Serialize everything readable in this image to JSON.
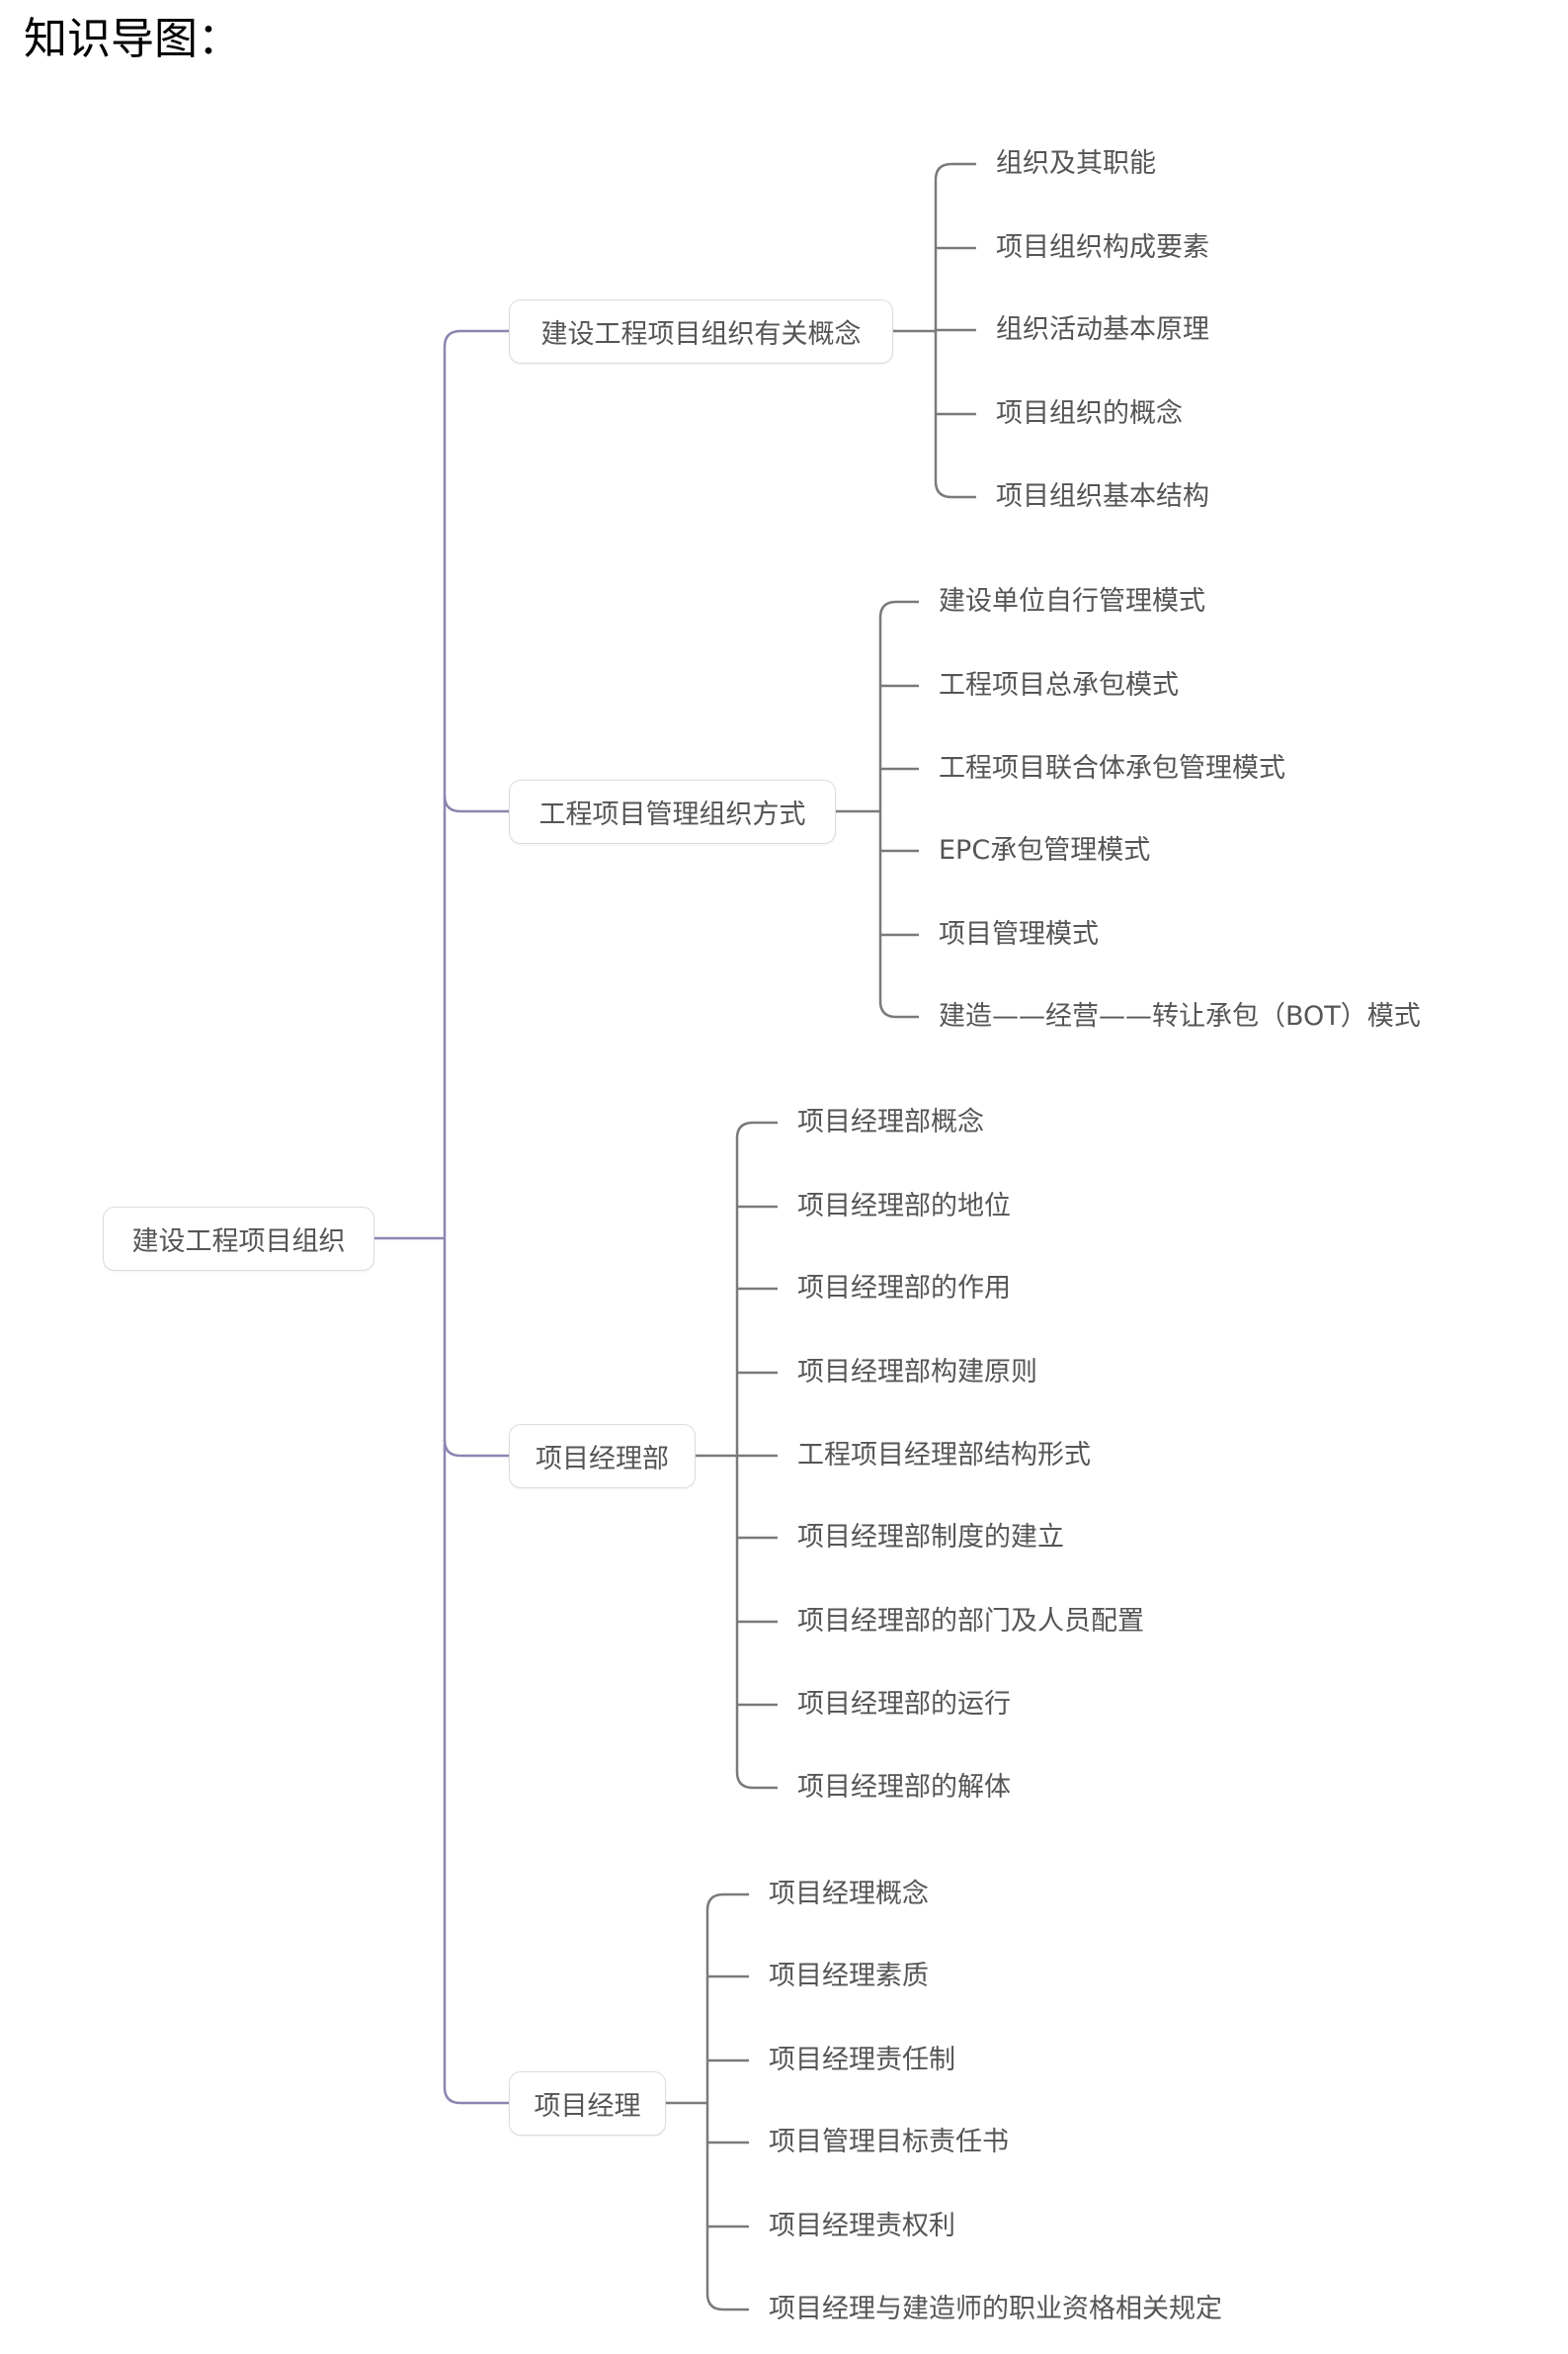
{
  "title": "知识导图：",
  "root": "建设工程项目组织",
  "colors": {
    "main_line": "#8c85b0",
    "branch_line": "#7a7a7a",
    "text": "#555555"
  },
  "branches": [
    {
      "label": "建设工程项目组织有关概念",
      "children": [
        "组织及其职能",
        "项目组织构成要素",
        "组织活动基本原理",
        "项目组织的概念",
        "项目组织基本结构"
      ]
    },
    {
      "label": "工程项目管理组织方式",
      "children": [
        "建设单位自行管理模式",
        "工程项目总承包模式",
        "工程项目联合体承包管理模式",
        "EPC承包管理模式",
        "项目管理模式",
        "建造——经营——转让承包（BOT）模式"
      ]
    },
    {
      "label": "项目经理部",
      "children": [
        "项目经理部概念",
        "项目经理部的地位",
        "项目经理部的作用",
        "项目经理部构建原则",
        "工程项目经理部结构形式",
        "项目经理部制度的建立",
        "项目经理部的部门及人员配置",
        "项目经理部的运行",
        "项目经理部的解体"
      ]
    },
    {
      "label": "项目经理",
      "children": [
        "项目经理概念",
        "项目经理素质",
        "项目经理责任制",
        "项目管理目标责任书",
        "项目经理责权利",
        "项目经理与建造师的职业资格相关规定"
      ]
    }
  ]
}
